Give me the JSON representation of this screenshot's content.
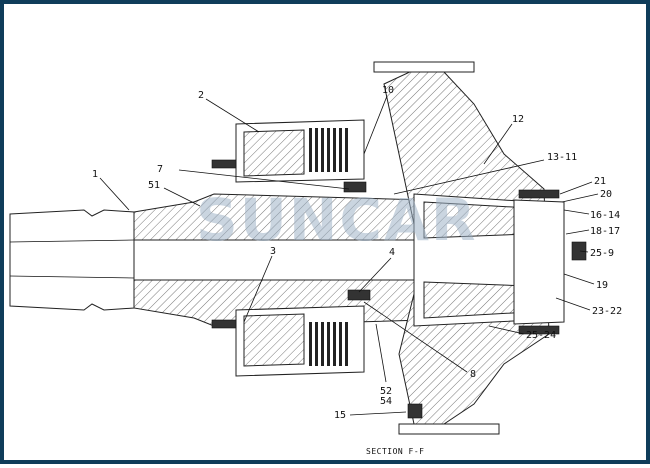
{
  "drawing": {
    "section_title": "SECTION F-F",
    "watermark": "SUNCAR",
    "callouts": [
      "1",
      "2",
      "3",
      "4",
      "7",
      "8",
      "10",
      "12",
      "13-11",
      "15",
      "16-14",
      "18-17",
      "19",
      "20",
      "21",
      "23-22",
      "25-9",
      "25-24",
      "51",
      "52",
      "54"
    ]
  },
  "colors": {
    "frame": "#0f3d5a",
    "line": "#222222",
    "watermark": "#9fb3c6"
  }
}
